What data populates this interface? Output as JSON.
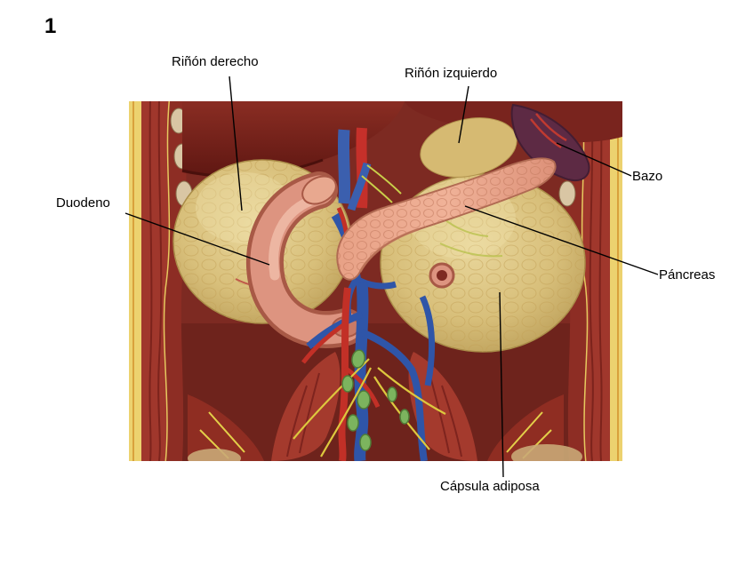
{
  "figure_number": "1",
  "labels": [
    {
      "text": "Riñón derecho"
    },
    {
      "text": "Riñón izquierdo"
    },
    {
      "text": "Bazo"
    },
    {
      "text": "Duodeno"
    },
    {
      "text": "Páncreas"
    },
    {
      "text": "Cápsula adiposa"
    }
  ]
}
